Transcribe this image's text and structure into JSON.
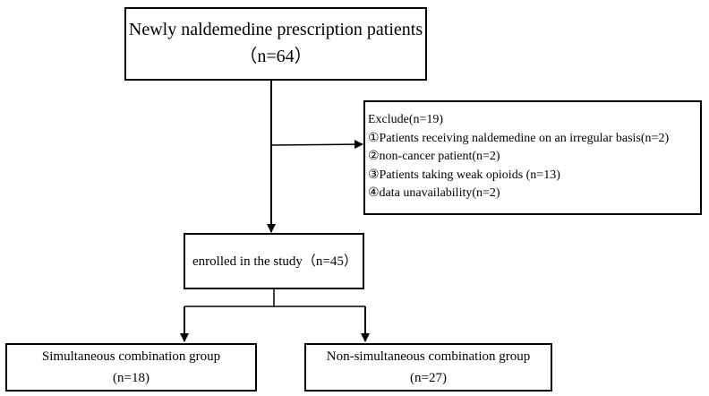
{
  "flowchart": {
    "top_box": {
      "line1": "Newly naldemedine prescription patients",
      "line2": "（n=64）"
    },
    "exclude_box": {
      "title": "Exclude(n=19)",
      "items": [
        "①Patients receiving naldemedine on an irregular basis(n=2)",
        "②non-cancer patient(n=2)",
        "③Patients taking weak opioids (n=13)",
        "④data unavailability(n=2)"
      ]
    },
    "enrolled_box": {
      "text": "enrolled in the study（n=45）"
    },
    "left_group": {
      "line1": "Simultaneous combination group",
      "line2": "(n=18)"
    },
    "right_group": {
      "line1": "Non-simultaneous combination group",
      "line2": "(n=27)"
    }
  }
}
